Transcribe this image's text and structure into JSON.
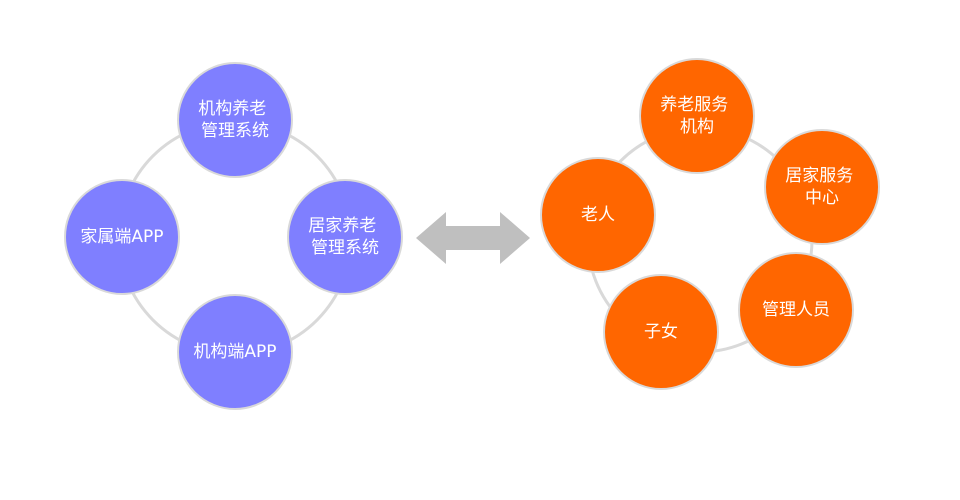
{
  "colors": {
    "left_node_fill": "#7f7fff",
    "right_node_fill": "#ff6600",
    "node_stroke": "#d9d9d9",
    "arrow_fill": "#bfbfbf"
  },
  "left_cluster": {
    "nodes": [
      {
        "id": "left-top",
        "lines": [
          "机构养老",
          "管理系统"
        ]
      },
      {
        "id": "left-left",
        "lines": [
          "家属端APP"
        ]
      },
      {
        "id": "left-right",
        "lines": [
          "居家养老",
          "管理系统"
        ]
      },
      {
        "id": "left-bottom",
        "lines": [
          "机构端APP"
        ]
      }
    ]
  },
  "connector": {
    "icon": "double-arrow-icon"
  },
  "right_cluster": {
    "nodes": [
      {
        "id": "right-top",
        "lines": [
          "养老服务",
          "机构"
        ]
      },
      {
        "id": "right-left",
        "lines": [
          "老人"
        ]
      },
      {
        "id": "right-right",
        "lines": [
          "居家服务",
          "中心"
        ]
      },
      {
        "id": "right-lower-right",
        "lines": [
          "管理人员"
        ]
      },
      {
        "id": "right-bottom",
        "lines": [
          "子女"
        ]
      }
    ]
  }
}
